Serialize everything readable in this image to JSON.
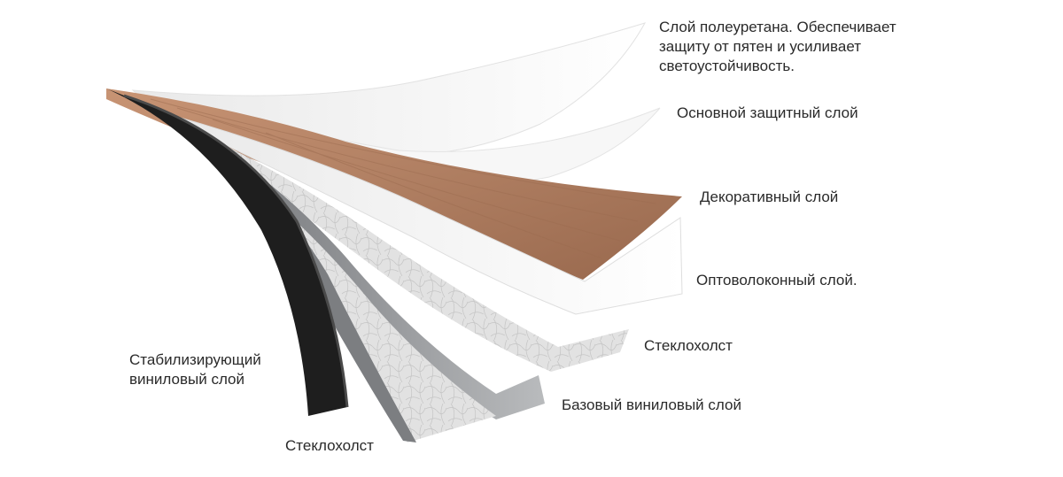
{
  "layers": [
    {
      "id": "polyurethane",
      "label": "Слой полеуретана. Обеспечивает\nзащиту от пятен и усиливает\nсветоустойчивость."
    },
    {
      "id": "protective",
      "label": "Основной защитный слой"
    },
    {
      "id": "decorative",
      "label": "Декоративный слой"
    },
    {
      "id": "optic",
      "label": "Оптоволоконный слой."
    },
    {
      "id": "fiberglass_top",
      "label": "Стеклохолст"
    },
    {
      "id": "base_vinyl",
      "label": "Базовый виниловый слой"
    },
    {
      "id": "stabilizing_vinyl",
      "label": "Стабилизирующий\nвиниловый слой"
    },
    {
      "id": "fiberglass_bottom",
      "label": "Стеклохолст"
    }
  ],
  "colors": {
    "wood": "#b07f62",
    "wood_dark": "#8e5e44",
    "white_film": "#f4f4f4",
    "grey_vinyl": "#8a8c8e",
    "black_vinyl": "#1e1e1e",
    "fiberglass": "#dcdcdc",
    "text": "#2a2a2a"
  }
}
